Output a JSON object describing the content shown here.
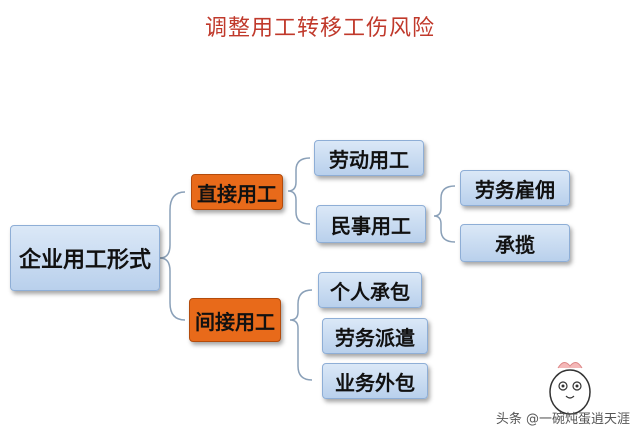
{
  "title": "调整用工转移工伤风险",
  "root": "企业用工形式",
  "direct": {
    "label": "直接用工",
    "children": [
      "劳动用工",
      "民事用工"
    ]
  },
  "civil_children": [
    "劳务雇佣",
    "承揽"
  ],
  "indirect": {
    "label": "间接用工",
    "children": [
      "个人承包",
      "劳务派遣",
      "业务外包"
    ]
  },
  "watermark": "头条 @一碗炖蛋逍天涯"
}
